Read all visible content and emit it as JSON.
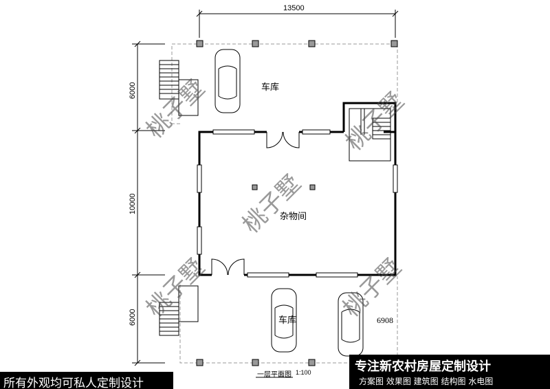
{
  "dimensions": {
    "top": "13500",
    "left_top": "6000",
    "left_mid": "10000",
    "left_bottom": "6000"
  },
  "rooms": [
    "车库",
    "杂物间",
    "车库"
  ],
  "annotation": "6908",
  "drawing_title": "一层平面图",
  "drawing_scale": "1:100",
  "watermarks": [
    "桃子墅",
    "桃子墅",
    "桃子墅",
    "桃子墅",
    "桃子墅"
  ],
  "banner_left": "所有外观均可私人定制设计",
  "banner_right": {
    "title": "专注新农村房屋定制设计",
    "services": "方案图 效果图 建筑图 结构图 水电图"
  }
}
